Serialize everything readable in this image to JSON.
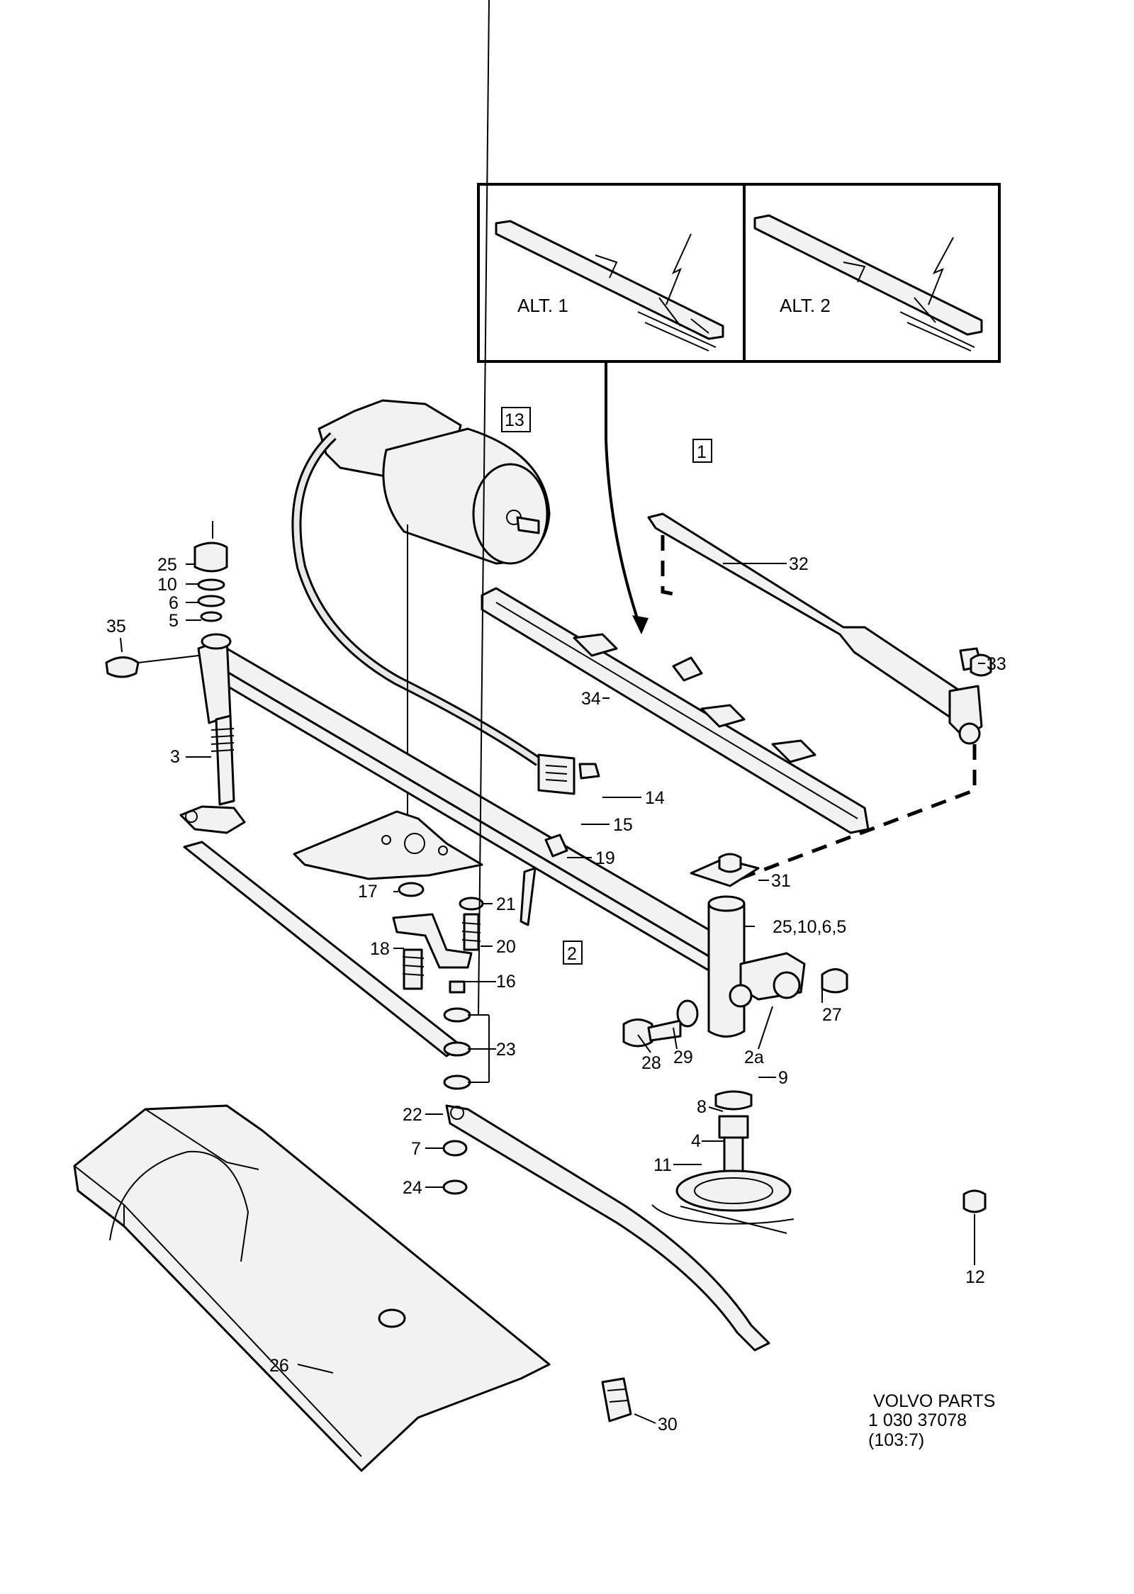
{
  "alternatives": [
    {
      "label": "ALT. 1"
    },
    {
      "label": "ALT. 2"
    }
  ],
  "callouts": {
    "c1": "1",
    "c2": "2",
    "c2a": "2a",
    "c3": "3",
    "c4": "4",
    "c5": "5",
    "c6": "6",
    "c7": "7",
    "c8": "8",
    "c9": "9",
    "c10": "10",
    "c11": "11",
    "c12": "12",
    "c13": "13",
    "c14": "14",
    "c15": "15",
    "c16": "16",
    "c17": "17",
    "c18": "18",
    "c19": "19",
    "c20": "20",
    "c21": "21",
    "c22": "22",
    "c23": "23",
    "c24": "24",
    "c25": "25",
    "c25b": "25,10,6,5",
    "c26": "26",
    "c27": "27",
    "c28": "28",
    "c29": "29",
    "c30": "30",
    "c31": "31",
    "c32": "32",
    "c33": "33",
    "c34": "34",
    "c35": "35"
  },
  "footer": {
    "line1": "VOLVO  PARTS",
    "line2": "1  030  37078",
    "line3": "(103:7)"
  }
}
